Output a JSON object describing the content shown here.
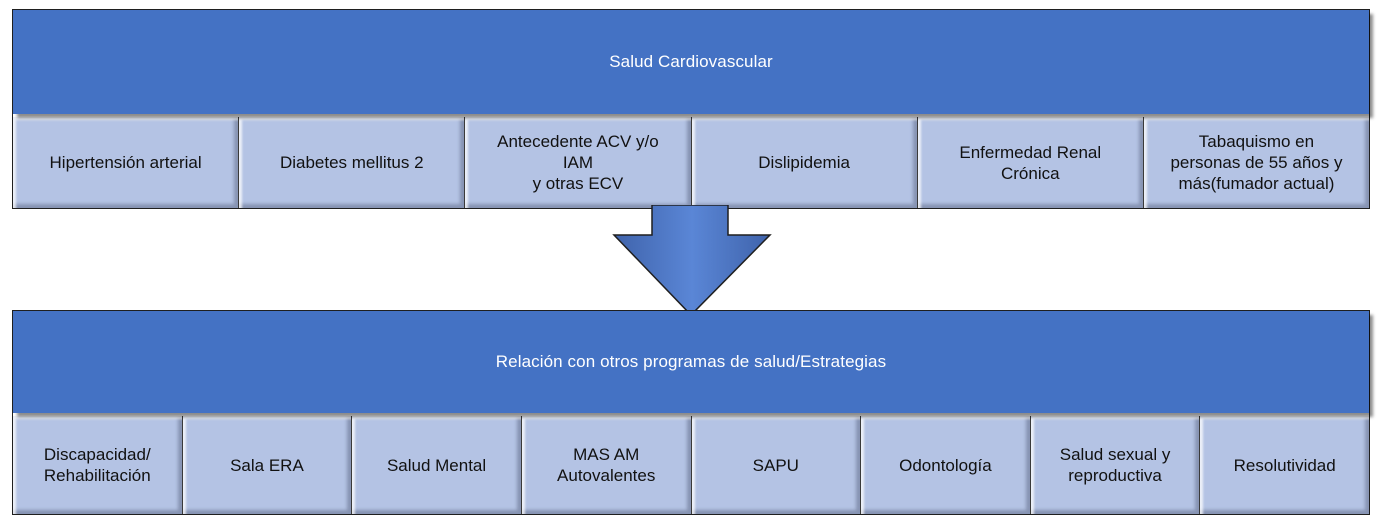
{
  "top": {
    "title": "Salud Cardiovascular",
    "items": [
      "Hipertensión arterial",
      "Diabetes mellitus 2",
      "Antecedente ACV y/o\nIAM\ny otras ECV",
      "Dislipidemia",
      "Enfermedad Renal\nCrónica",
      "Tabaquismo en\npersonas de 55 años y\nmás(fumador actual)"
    ]
  },
  "arrow": {
    "icon": "down-arrow-icon",
    "color": "#4472c4"
  },
  "bottom": {
    "title": "Relación con otros programas de salud/Estrategias",
    "items": [
      "Discapacidad/\nRehabilitación",
      "Sala ERA",
      "Salud Mental",
      "MAS AM\nAutovalentes",
      "SAPU",
      "Odontología",
      "Salud sexual y\nreproductiva",
      "Resolutividad"
    ]
  }
}
